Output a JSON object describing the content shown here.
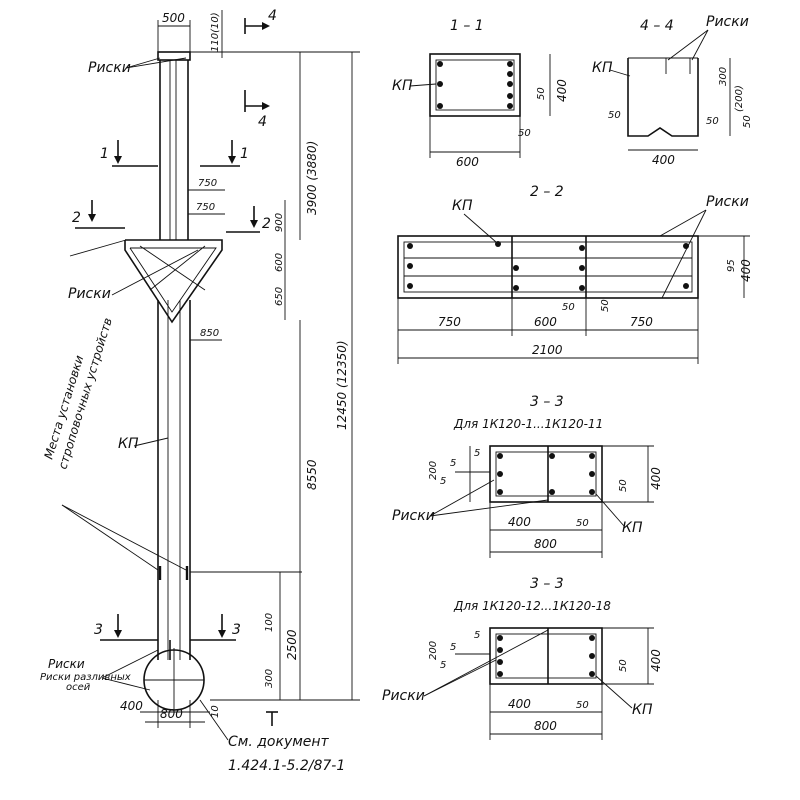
{
  "labels": {
    "riski": "Риски",
    "kp": "КП",
    "riski_rozlivnykh": "Риски разливных",
    "riski_rozlivnykh_2": "осей",
    "mesta_ustanovki_1": "Места установки",
    "mesta_ustanovki_2": "строповочных устройств",
    "sm_document_1": "См. документ",
    "sm_document_2": "1.424.1-5.2/87-1"
  },
  "sections": {
    "s11": "1 – 1",
    "s44": "4 – 4",
    "s22": "2 – 2",
    "s33a": "3 – 3",
    "s33b": "3 – 3",
    "s33a_sub": "Для 1К120-1...1К120-11",
    "s33b_sub": "Для 1К120-12...1К120-18"
  },
  "cut_marks": {
    "m1": "1",
    "m2": "2",
    "m3": "3",
    "m4": "4"
  },
  "dims_main": {
    "top_w": "500",
    "top_h": "110(10)",
    "d_3900": "3900 (3880)",
    "d_12450": "12450 (12350)",
    "d_8550": "8550",
    "d_750a": "750",
    "d_750b": "750",
    "d_900": "900",
    "d_600": "600",
    "d_650": "650",
    "d_850": "850",
    "d_2500": "2500",
    "d_100": "100",
    "d_300": "300",
    "d_400": "400",
    "d_800": "800",
    "d_10": "10"
  },
  "dims_s11": {
    "w": "600",
    "h": "400",
    "a": "50",
    "b": "50"
  },
  "dims_s44": {
    "w": "400",
    "h1": "300",
    "h2": "(200)",
    "a": "50",
    "b": "50",
    "c": "50"
  },
  "dims_s22": {
    "a": "750",
    "b": "600",
    "c": "750",
    "total": "2100",
    "h": "400",
    "e": "95",
    "f": "50",
    "g": "50"
  },
  "dims_s33a": {
    "h": "200",
    "a": "5",
    "b": "5",
    "c": "5",
    "w1": "400",
    "w2": "50",
    "total": "800",
    "r": "50",
    "rh": "400"
  },
  "dims_s33b": {
    "h": "200",
    "a": "5",
    "b": "5",
    "c": "5",
    "w1": "400",
    "w2": "50",
    "total": "800",
    "r": "50",
    "rh": "400"
  }
}
